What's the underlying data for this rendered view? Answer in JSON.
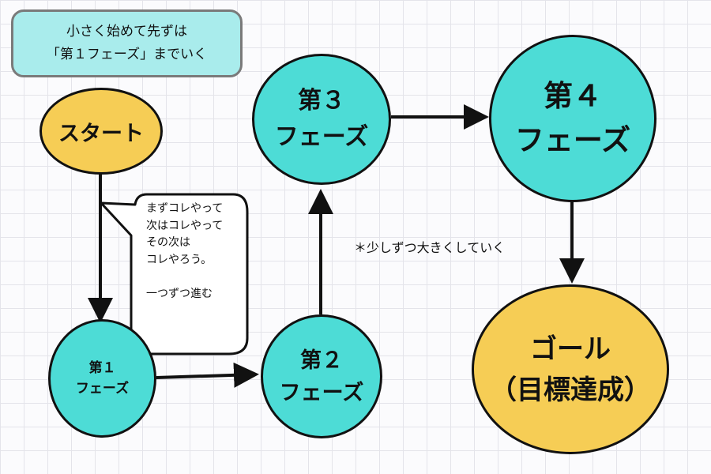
{
  "note": {
    "lines": [
      "小さく始めて先ずは",
      "「第１フェーズ」までいく"
    ]
  },
  "nodes": {
    "start": {
      "lines": [
        "スタート"
      ]
    },
    "phase1": {
      "lines": [
        "第１",
        "フェーズ"
      ]
    },
    "phase2": {
      "lines": [
        "第２",
        "フェーズ"
      ]
    },
    "phase3": {
      "lines": [
        "第３",
        "フェーズ"
      ]
    },
    "phase4": {
      "lines": [
        "第４",
        "フェーズ"
      ]
    },
    "goal": {
      "lines": [
        "ゴール",
        "（目標達成）"
      ]
    }
  },
  "speech_bubble": {
    "lines": [
      "まずコレやって",
      "次はコレやって",
      "その次は",
      "コレやろう。",
      "",
      "一つずつ進む"
    ]
  },
  "growth_note": "＊少しずつ大きくしていく",
  "colors": {
    "teal_node": "#4ddcd6",
    "yellow_node": "#f6cd55",
    "note_fill": "#a9ecec",
    "note_border": "#7a7a7a",
    "outline": "#111111"
  }
}
